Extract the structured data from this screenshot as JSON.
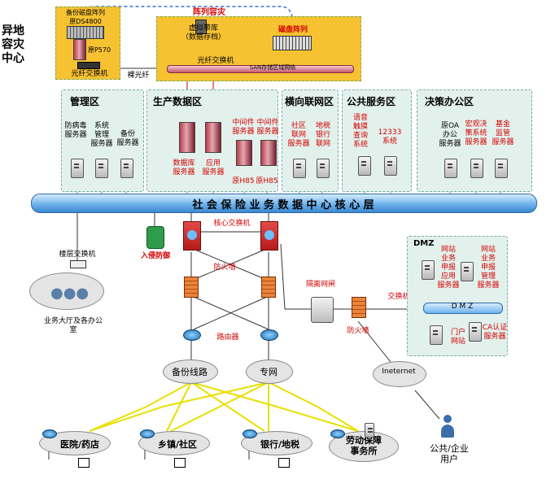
{
  "offsite": {
    "title": "异地\n容灾\n中心",
    "backup_array": "备份磁盘阵列\n原DS4800",
    "server": "原P570",
    "switch": "光纤交换机",
    "link": "裸光纤"
  },
  "replication": {
    "label": "阵列容灾",
    "tape": "虚拟带库\n（数据存档）",
    "array": "磁盘阵列",
    "fc_switch": "光纤交换机",
    "san": "SAN存储区域网络"
  },
  "zones": {
    "mgmt": {
      "title": "管理区",
      "items": [
        "防病毒\n服务器",
        "系统\n管理\n服务器",
        "备份\n服务器"
      ]
    },
    "prod": {
      "title": "生产数据区",
      "items": [
        "数据库\n服务器",
        "应用\n服务器",
        "中间件\n服务器",
        "中间件\n服务器",
        "原H85",
        "原H85"
      ]
    },
    "horiz": {
      "title": "横向联网区",
      "items": [
        "社区\n联网\n服务器",
        "地税\n银行\n联网"
      ]
    },
    "public": {
      "title": "公共服务区",
      "items": [
        "语音\n触摸\n查询\n系统",
        "12333\n系统"
      ]
    },
    "decision": {
      "title": "决策办公区",
      "items": [
        "原OA\n办公\n服务器",
        "宏观决\n策系统\n服务器",
        "基金\n监管\n服务器"
      ]
    }
  },
  "core_layer": "社 会 保 险 业 务 数 据 中 心 核 心 层",
  "core": {
    "floor_switch": "楼层交换机",
    "hall": "业务大厅及各办公\n室",
    "ids": "入侵防御",
    "core_switch": "核心交换机",
    "firewall": "防火墙",
    "router": "路由器",
    "gap": "隔离网闸",
    "fw2": "防火墙",
    "switch": "交换机"
  },
  "dmz": {
    "title": "DMZ",
    "bus": "D M Z",
    "items": [
      "网站\n业务\n申报\n应用\n服务器",
      "网站\n业务\n申报\n管理\n服务器",
      "门户\n网站",
      "CA认证\n服务器"
    ]
  },
  "wan": {
    "backup": "备份线路",
    "private": "专网",
    "internet": "Ineternet",
    "users": "公共/企业\n用户"
  },
  "sites": [
    "医院/药店",
    "乡镇/社区",
    "银行/地税",
    "劳动保障\n事务所"
  ]
}
